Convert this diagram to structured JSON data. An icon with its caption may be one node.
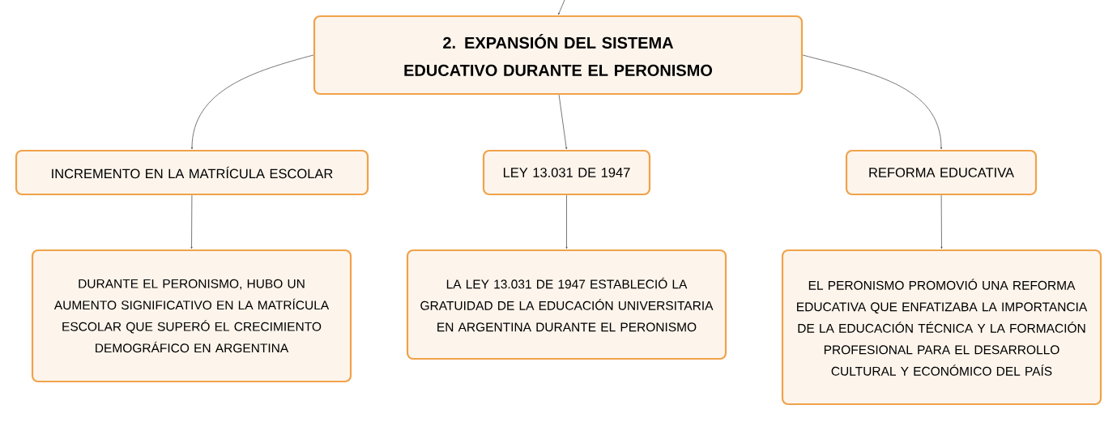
{
  "diagram": {
    "nodes": [
      {
        "text": [
          "2. EXPANSIÓN DEL SISTEMA EDUCATIVO DURANTE EL PERONISMO"
        ]
      },
      {
        "text": [
          "INCREMENTO EN LA MATRÍCULA ESCOLAR"
        ]
      },
      {
        "text": [
          "LEY 13.031 DE 1947"
        ]
      },
      {
        "text": [
          "REFORMA EDUCATIVA"
        ]
      },
      {
        "text": [
          "DURANTE EL PERONISMO, HUBO UN AUMENTO SIGNIFICATIVO EN LA MATRÍCULA ESCOLAR QUE SUPERÓ EL CRECIMIENTO DEMOGRÁFICO EN ARGENTINA"
        ]
      },
      {
        "text": [
          "LA LEY 13.031 DE 1947 ESTABLECIÓ LA GRATUIDAD DE LA EDUCACIÓN UNIVERSITARIA EN ARGENTINA DURANTE EL PERONISMO"
        ]
      },
      {
        "text": [
          "EL PERONISMO PROMOVIÓ UNA REFORMA EDUCATIVA QUE ENFATIZABA LA IMPORTANCIA DE LA EDUCACIÓN TÉCNICA Y LA FORMACIÓN PROFESIONAL PARA EL DESARROLLO CULTURAL Y ECONÓMICO DEL PAÍS"
        ]
      }
    ],
    "edges": [
      {
        "from": null,
        "to": 0,
        "arrow": "to"
      },
      {
        "from": 0,
        "to": 1,
        "arrow": "to"
      },
      {
        "from": 0,
        "to": 2,
        "arrow": "to"
      },
      {
        "from": 0,
        "to": 3,
        "arrow": "to"
      },
      {
        "from": 1,
        "to": 4,
        "arrow": "to"
      },
      {
        "from": 2,
        "to": 5,
        "arrow": "to"
      },
      {
        "from": 3,
        "to": 6,
        "arrow": "to"
      }
    ]
  }
}
